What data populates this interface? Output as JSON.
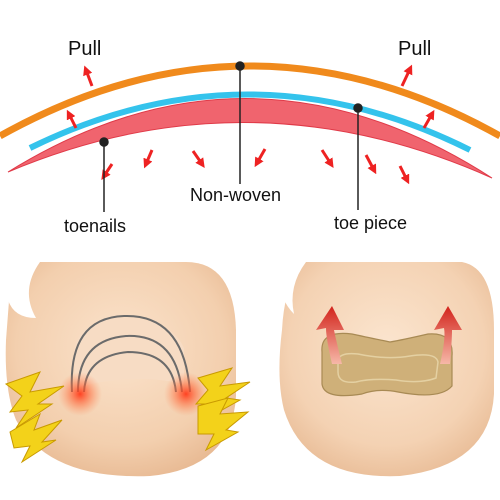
{
  "labels": {
    "pull_left": "Pull",
    "pull_right": "Pull",
    "non_woven": "Non-woven",
    "toenails": "toenails",
    "toe_piece": "toe piece"
  },
  "colors": {
    "pull_layer": "#f08a1c",
    "film_layer": "#34c3ec",
    "toenail_layer": "#f0646e",
    "toenail_edge": "#e03a48",
    "arrow_red": "#ee2222",
    "pointer": "#222222",
    "skin": "#f5d3b3",
    "skin_shadow": "#e6b892",
    "nail_bed": "#f6dcc3",
    "patch": "#cfb079",
    "lightning": "#f3d21a",
    "lightning_edge": "#c99a00",
    "pain_glow": "#ff4a2a"
  },
  "icons": [
    "up-arrow-icon",
    "down-arrow-icon",
    "lightning-bolt-icon",
    "curved-lift-arrow-icon"
  ]
}
